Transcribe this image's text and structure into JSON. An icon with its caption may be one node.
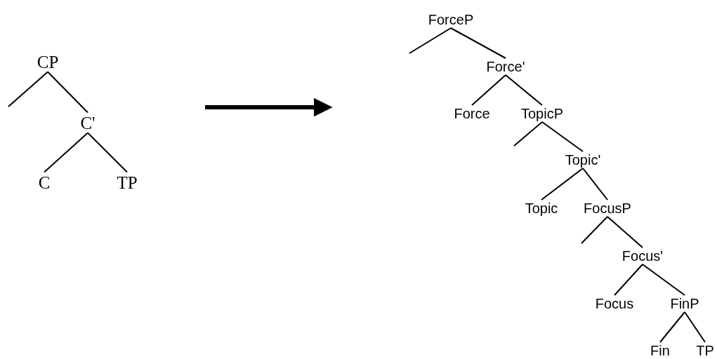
{
  "diagram": {
    "nodes": [
      {
        "text": [
          "CP"
        ]
      },
      {
        "text": [
          "C'"
        ]
      },
      {
        "text": [
          "C"
        ]
      },
      {
        "text": [
          "TP"
        ]
      },
      {
        "text": [
          "ForceP"
        ]
      },
      {
        "text": [
          "Force'"
        ]
      },
      {
        "text": [
          "Force"
        ]
      },
      {
        "text": [
          "TopicP"
        ]
      },
      {
        "text": [
          "Topic'"
        ]
      },
      {
        "text": [
          "Topic"
        ]
      },
      {
        "text": [
          "FocusP"
        ]
      },
      {
        "text": [
          "Focus'"
        ]
      },
      {
        "text": [
          "Focus"
        ]
      },
      {
        "text": [
          "FinP"
        ]
      },
      {
        "text": [
          "Fin"
        ]
      },
      {
        "text": [
          "TP"
        ]
      }
    ],
    "edges": [
      {
        "from": 0,
        "to": null,
        "arrow": "none"
      },
      {
        "from": 0,
        "to": 1,
        "arrow": "none"
      },
      {
        "from": 1,
        "to": 2,
        "arrow": "none"
      },
      {
        "from": 1,
        "to": 3,
        "arrow": "none"
      },
      {
        "from": 4,
        "to": null,
        "arrow": "none"
      },
      {
        "from": 4,
        "to": 5,
        "arrow": "none"
      },
      {
        "from": 5,
        "to": 6,
        "arrow": "none"
      },
      {
        "from": 5,
        "to": 7,
        "arrow": "none"
      },
      {
        "from": 7,
        "to": null,
        "arrow": "none"
      },
      {
        "from": 7,
        "to": 8,
        "arrow": "none"
      },
      {
        "from": 8,
        "to": 9,
        "arrow": "none"
      },
      {
        "from": 8,
        "to": 10,
        "arrow": "none"
      },
      {
        "from": 10,
        "to": null,
        "arrow": "none"
      },
      {
        "from": 10,
        "to": 11,
        "arrow": "none"
      },
      {
        "from": 11,
        "to": 12,
        "arrow": "none"
      },
      {
        "from": 11,
        "to": 13,
        "arrow": "none"
      },
      {
        "from": 13,
        "to": 14,
        "arrow": "none"
      },
      {
        "from": 13,
        "to": 15,
        "arrow": "none"
      }
    ]
  }
}
